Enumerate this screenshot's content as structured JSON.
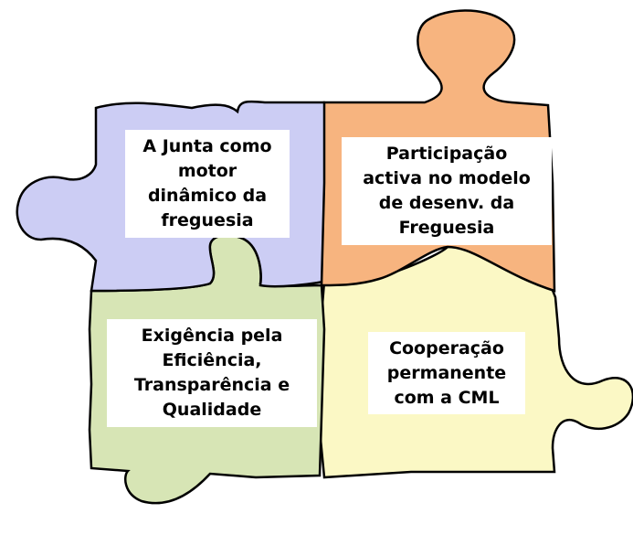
{
  "pieces": [
    {
      "id": "top-left",
      "color": "#cccdf4",
      "lines": [
        "A Junta como",
        "motor",
        "dinâmico da",
        "freguesia"
      ]
    },
    {
      "id": "top-right",
      "color": "#f7b47f",
      "lines": [
        "Participação",
        "activa no modelo",
        "de desenv. da",
        "Freguesia"
      ]
    },
    {
      "id": "bottom-left",
      "color": "#d7e5b5",
      "lines": [
        "Exigência pela",
        "Eficiência,",
        "Transparência e",
        "Qualidade"
      ]
    },
    {
      "id": "bottom-right",
      "color": "#fbf8c5",
      "lines": [
        "Cooperação",
        "permanente",
        "com a CML"
      ]
    }
  ],
  "outline_color": "#000000"
}
